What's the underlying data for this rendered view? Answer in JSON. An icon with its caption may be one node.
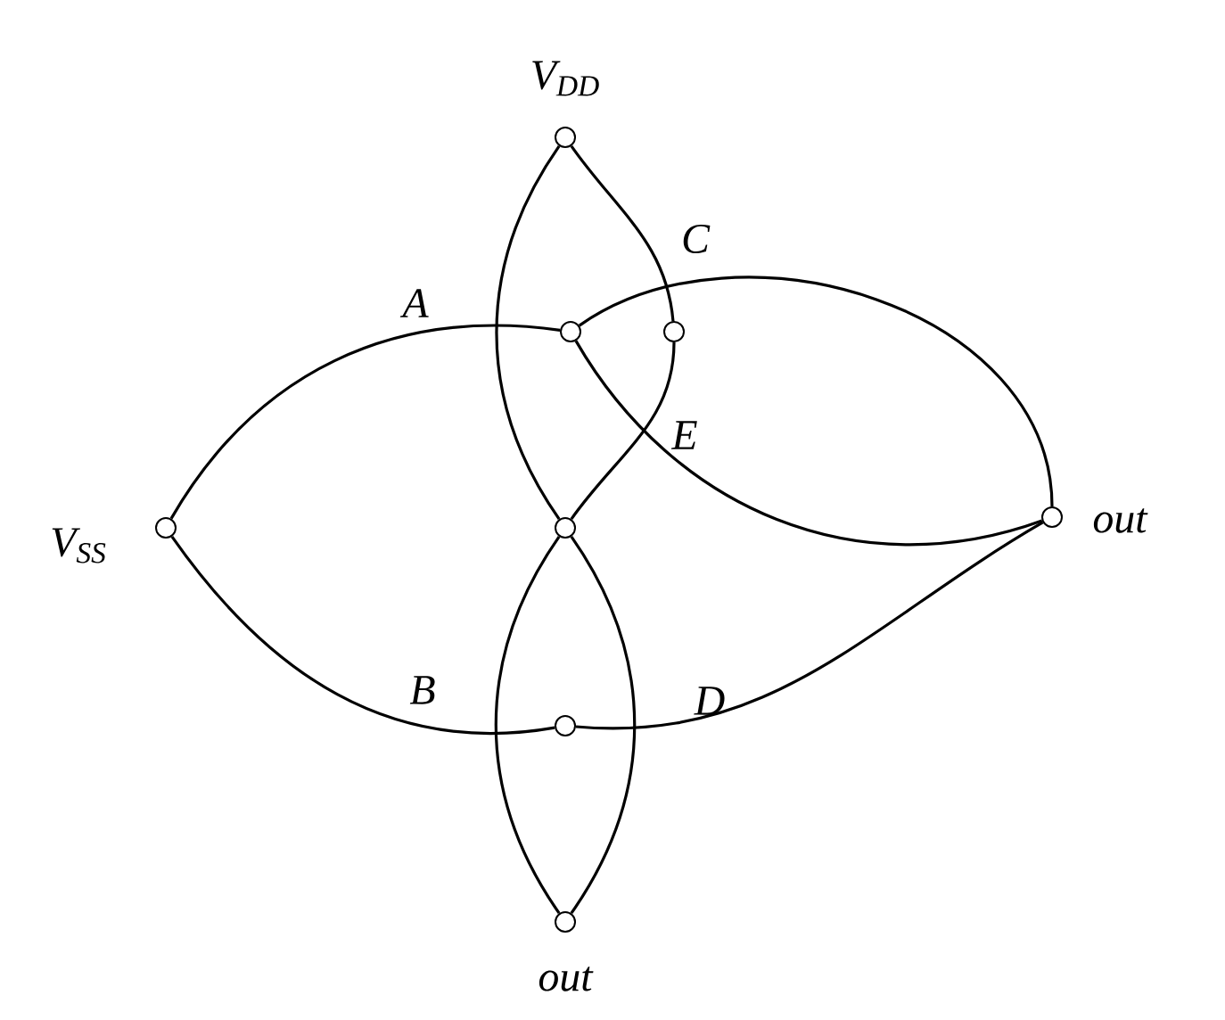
{
  "diagram": {
    "nodes": [
      {
        "text": [],
        "shape": "circle",
        "beside": [
          "V$_{DD}$"
        ]
      },
      {
        "text": [],
        "shape": "circle"
      },
      {
        "text": [],
        "shape": "circle"
      },
      {
        "text": [],
        "shape": "circle",
        "beside": [
          "V$_{SS}$"
        ]
      },
      {
        "text": [],
        "shape": "circle"
      },
      {
        "text": [],
        "shape": "circle",
        "beside": [
          "out"
        ]
      },
      {
        "text": [],
        "shape": "circle"
      },
      {
        "text": [],
        "shape": "circle",
        "beside": [
          "out"
        ]
      }
    ],
    "edges": [
      {
        "from": 0,
        "to": 4,
        "arrow": "none"
      },
      {
        "from": 0,
        "to": 2,
        "arrow": "none"
      },
      {
        "from": 2,
        "to": 4,
        "arrow": "none"
      },
      {
        "from": 3,
        "to": 1,
        "arrow": "none"
      },
      {
        "from": 1,
        "to": 5,
        "arrow": "none"
      },
      {
        "from": 1,
        "to": 5,
        "arrow": "none"
      },
      {
        "from": 4,
        "to": 7,
        "arrow": "none"
      },
      {
        "from": 4,
        "to": 7,
        "arrow": "none"
      },
      {
        "from": 3,
        "to": 6,
        "arrow": "none"
      },
      {
        "from": 6,
        "to": 5,
        "arrow": "none"
      }
    ],
    "labels": [
      "A",
      "C",
      "E",
      "B",
      "D"
    ]
  }
}
